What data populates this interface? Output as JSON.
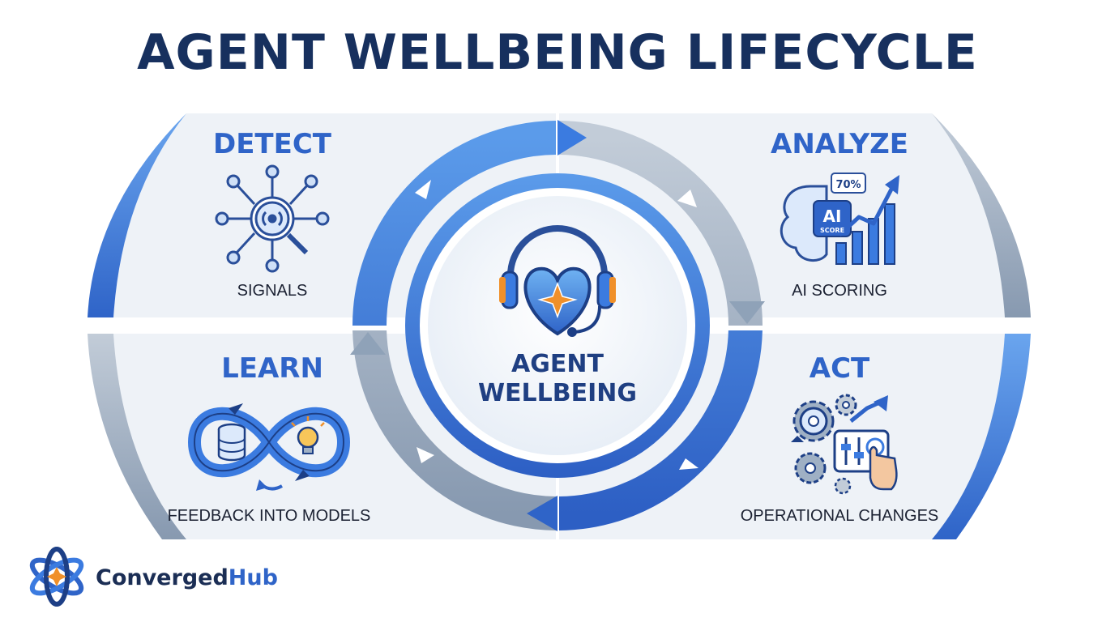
{
  "title": "AGENT WELLBEING LIFECYCLE",
  "center": {
    "line1": "AGENT",
    "line2": "WELLBEING",
    "icon": "heart-headset-icon"
  },
  "quadrants": [
    {
      "id": "detect",
      "title": "DETECT",
      "label": "SIGNALS",
      "icon": "signal-network-icon"
    },
    {
      "id": "analyze",
      "title": "ANALYZE",
      "label": "AI SCORING",
      "icon": "ai-brain-chart-icon",
      "icon_text": {
        "percent": "70%",
        "ai": "AI",
        "score": "SCORE"
      }
    },
    {
      "id": "learn",
      "title": "LEARN",
      "label": "FEEDBACK INTO MODELS",
      "icon": "infinity-database-bulb-icon"
    },
    {
      "id": "act",
      "title": "ACT",
      "label": "OPERATIONAL CHANGES",
      "icon": "gears-sliders-hand-icon"
    }
  ],
  "brand": {
    "part1": "Converged",
    "part2": "Hub",
    "icon": "atom-logo-icon"
  },
  "colors": {
    "title": "#17305e",
    "accent_blue": "#2f64c8",
    "ring_blue": "#3b7be0",
    "ring_gray": "#9fb0c4",
    "panel": "#eef2f7",
    "star_orange": "#f0902a"
  }
}
